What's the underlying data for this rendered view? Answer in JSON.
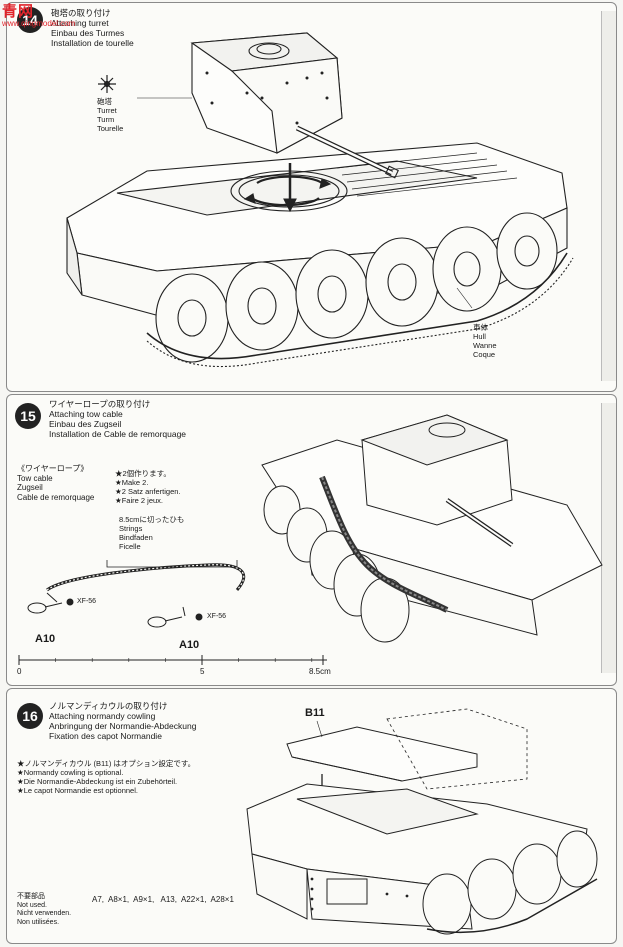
{
  "watermark": {
    "brand": "青网",
    "url": "www.qingmodel.com"
  },
  "step14": {
    "number": "14",
    "title_jp": "砲塔の取り付け",
    "title_en": "Attaching turret",
    "title_de": "Einbau des Turmes",
    "title_fr": "Installation de tourelle",
    "turret": {
      "jp": "砲塔",
      "en": "Turret",
      "de": "Turm",
      "fr": "Tourelle"
    },
    "hull": {
      "jp": "車体",
      "en": "Hull",
      "de": "Wanne",
      "fr": "Coque"
    }
  },
  "step15": {
    "number": "15",
    "title_jp": "ワイヤーロープの取り付け",
    "title_en": "Attaching tow cable",
    "title_de": "Einbau des Zugseil",
    "title_fr": "Installation de Cable de remorquage",
    "cable": {
      "jp": "《ワイヤーロープ》",
      "en": "Tow cable",
      "de": "Zugseil",
      "fr": "Cable de remorquage",
      "make_jp": "★2個作ります。",
      "make_en": "★Make 2.",
      "make_de": "★2 Satz anfertigen.",
      "make_fr": "★Faire 2 jeux."
    },
    "string": {
      "jp": "8.5cmに切ったひも",
      "en": "Strings",
      "de": "Bindfaden",
      "fr": "Ficelle"
    },
    "part_left": "A10",
    "part_right": "A10",
    "paint_left": "XF-56",
    "paint_right": "XF-56",
    "ruler": {
      "start": "0",
      "mid": "5",
      "end": "8.5cm"
    }
  },
  "step16": {
    "number": "16",
    "title_jp": "ノルマンディカウルの取り付け",
    "title_en": "Attaching normandy cowling",
    "title_de": "Anbringung der Normandie-Abdeckung",
    "title_fr": "Fixation des capot Normandie",
    "part": "B11",
    "note_jp": "★ノルマンディカウル (B11) はオプション設定です。",
    "note_en": "★Normandy cowling is optional.",
    "note_de": "★Die Normandie-Abdeckung ist ein Zubehörteil.",
    "note_fr": "★Le capot Normandie est optionnel.",
    "unused": {
      "jp": "不要部品",
      "en": "Not used.",
      "de": "Nicht verwenden.",
      "fr": "Non utilisées."
    },
    "unused_parts": "A7,  A8×1,  A9×1,   A13,  A22×1,  A28×1"
  }
}
